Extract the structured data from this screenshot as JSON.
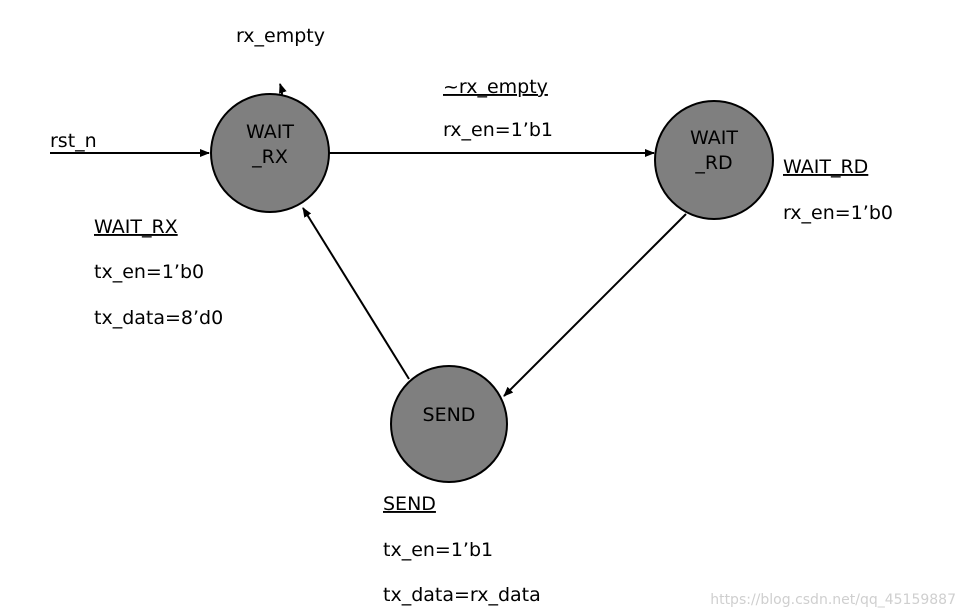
{
  "states": {
    "wait_rx": {
      "line1": "WAIT",
      "line2": "_RX"
    },
    "wait_rd": {
      "line1": "WAIT",
      "line2": "_RD"
    },
    "send": {
      "line1": "SEND"
    }
  },
  "colors": {
    "state_fill": "#7f7f7f",
    "stroke": "#000000"
  },
  "labels": {
    "reset": "rst_n",
    "self_loop": "rx_empty",
    "transition_condition": "~rx_empty",
    "transition_action": "rx_en=1’b1"
  },
  "outputs": {
    "wait_rx": {
      "title": "WAIT_RX",
      "line1": "tx_en=1’b0",
      "line2": "tx_data=8’d0"
    },
    "wait_rd": {
      "title": "WAIT_RD",
      "line1": "rx_en=1’b0"
    },
    "send": {
      "title": "SEND",
      "line1": "tx_en=1’b1",
      "line2": "tx_data=rx_data"
    }
  },
  "watermark": "https://blog.csdn.net/qq_45159887"
}
